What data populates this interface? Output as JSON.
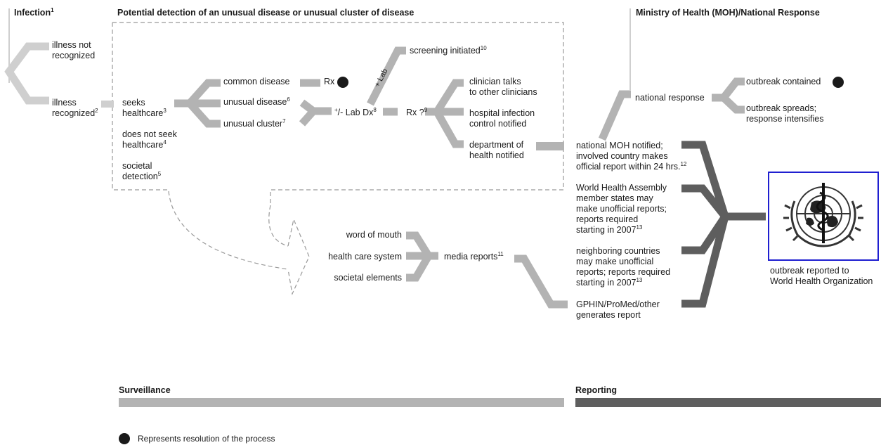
{
  "headers": {
    "infection": "Infection",
    "infection_sup": "1",
    "detection": "Potential detection of an unusual disease or unusual cluster of disease",
    "ministry": "Ministry of Health (MOH)/National Response"
  },
  "infection": {
    "not_recognized": [
      "illness not",
      "recognized"
    ],
    "recognized": [
      "illness",
      "recognized"
    ],
    "recognized_sup": "2"
  },
  "seeking": {
    "seeks": [
      "seeks",
      "healthcare"
    ],
    "seeks_sup": "3",
    "not_seek": [
      "does not seek",
      "healthcare"
    ],
    "not_seek_sup": "4",
    "societal": [
      "societal",
      "detection"
    ],
    "societal_sup": "5"
  },
  "disease": {
    "common": "common disease",
    "unusual": "unusual disease",
    "unusual_sup": "6",
    "cluster": "unusual cluster",
    "cluster_sup": "7",
    "rx": "Rx"
  },
  "lab": {
    "pre_sup": "+",
    "label": "/- Lab Dx",
    "sup": "8",
    "plus_lab": "+ Lab",
    "rx_q": "Rx ?",
    "rx_q_sup": "9",
    "screening": "screening initiated",
    "screening_sup": "10"
  },
  "clinician": {
    "talks": [
      "clinician talks",
      "to other clinicians"
    ],
    "hospital": [
      "hospital infection",
      "control notified"
    ],
    "department": [
      "department of",
      "health notified"
    ]
  },
  "media": {
    "word": "word of mouth",
    "system": "health care system",
    "societal": "societal elements",
    "reports": "media reports",
    "reports_sup": "11"
  },
  "national": {
    "response": "national response",
    "contained": "outbreak contained",
    "spreads": [
      "outbreak spreads;",
      "response intensifies"
    ]
  },
  "reporting_items": {
    "moh": [
      "national MOH notified;",
      "involved country makes",
      "official report within 24 hrs."
    ],
    "moh_sup": "12",
    "wha": [
      "World Health Assembly",
      "member states may",
      "make unofficial reports;",
      "reports required",
      "starting in 2007"
    ],
    "wha_sup": "13",
    "neighbor": [
      "neighboring countries",
      "may make unofficial",
      "reports; reports required",
      "starting in 2007"
    ],
    "neighbor_sup": "13",
    "gphin": [
      "GPHIN/ProMed/other",
      "generates report"
    ]
  },
  "who": {
    "caption": [
      "outbreak reported to",
      "World Health Organization"
    ]
  },
  "bars": {
    "surveillance": "Surveillance",
    "reporting": "Reporting",
    "surveillance_color": "#b3b3b3",
    "reporting_color": "#5e5e5e"
  },
  "legend": {
    "text": "Represents resolution of the process"
  },
  "colors": {
    "light": "#cfcfcf",
    "mid": "#b3b3b3",
    "dark": "#5e5e5e",
    "dot": "#1a1a1a"
  }
}
